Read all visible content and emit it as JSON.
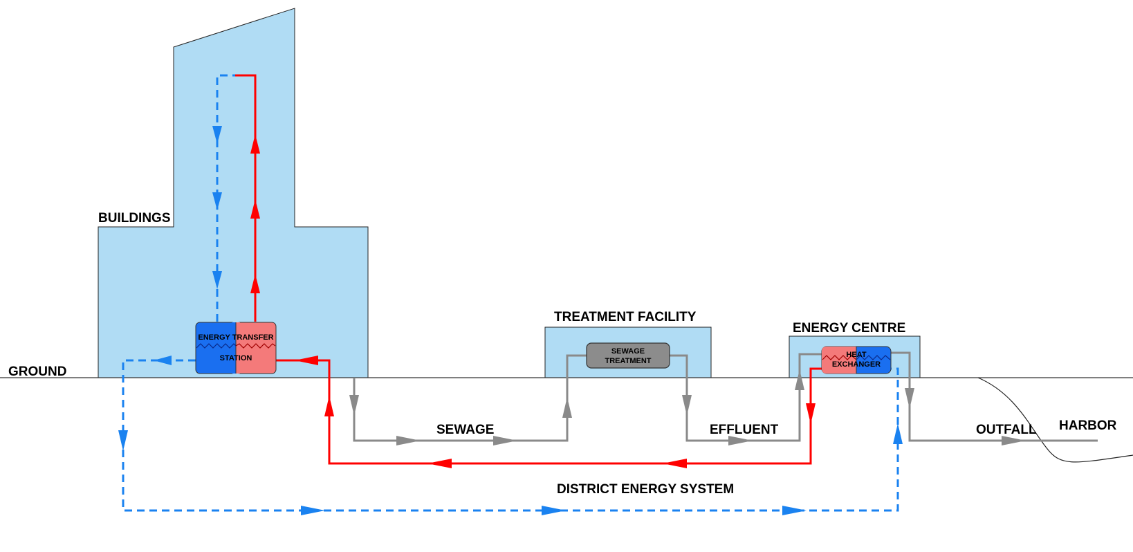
{
  "labels": {
    "buildings": "BUILDINGS",
    "ground": "GROUND",
    "treatment_facility": "TREATMENT FACILITY",
    "energy_centre": "ENERGY CENTRE",
    "sewage": "SEWAGE",
    "effluent": "EFFLUENT",
    "outfall": "OUTFALL",
    "harbor": "HARBOR",
    "district_energy_system": "DISTRICT ENERGY SYSTEM"
  },
  "components": {
    "ets_line1": "ENERGY TRANSFER",
    "ets_line2": "STATION",
    "sewage_treatment_line1": "SEWAGE",
    "sewage_treatment_line2": "TREATMENT",
    "heat_exchanger_line1": "HEAT",
    "heat_exchanger_line2": "EXCHANGER"
  },
  "colors": {
    "building_fill": "#b0dcf4",
    "hot_line": "#ff0000",
    "cold_line": "#1a82f0",
    "sewage_line": "#8a8a8a",
    "ets_cold": "#1a6ff0",
    "ets_hot": "#f47a7a",
    "treatment_box": "#8c8c8c"
  }
}
